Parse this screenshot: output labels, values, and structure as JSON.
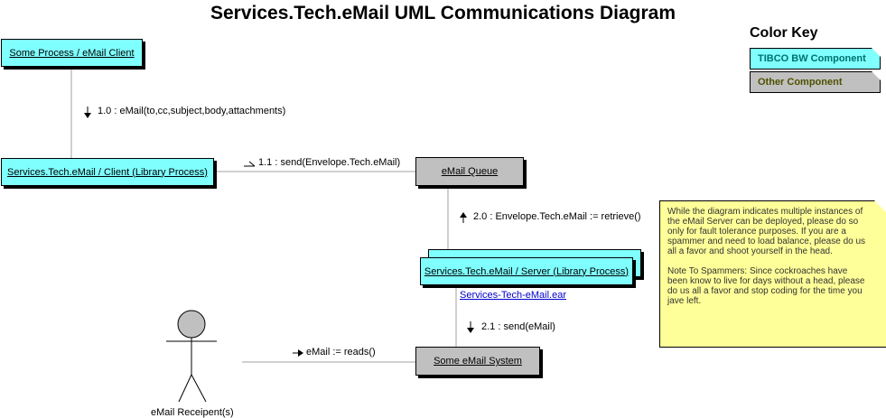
{
  "title": "Services.Tech.eMail UML Communications Diagram",
  "objects": {
    "email_client": "Some Process / eMail Client",
    "client_library": "Services.Tech.eMail / Client (Library Process)",
    "email_queue": "eMail Queue",
    "server_library": "Services.Tech.eMail / Server (Library Process)",
    "email_system": "Some eMail System"
  },
  "messages": {
    "m1_0": "1.0 : eMail(to,cc,subject,body,attachments)",
    "m1_1": "1.1 : send(Envelope.Tech.eMail)",
    "m2_0": "2.0 : Envelope.Tech.eMail := retrieve()",
    "m2_1": "2.1 : send(eMail)",
    "m_reads": "eMail := reads()"
  },
  "artifact": "Services-Tech-eMail.ear",
  "actor": "eMail Receipent(s)",
  "color_key": {
    "title": "Color Key",
    "tibco": "TIBCO BW Component",
    "other": "Other Component",
    "colors": {
      "tibco_fill": "#80ffff",
      "other_fill": "#c0c0c0",
      "note_fill": "#ffff99"
    }
  },
  "note": {
    "para1": "While the diagram indicates multiple instances of the eMail Server can be deployed, please do so only for fault tolerance purposes.  If you are a spammer and need to load balance, please do us all a favor and shoot yourself in the head.",
    "para2": "Note To Spammers: Since cockroaches have been know to live for days without a head, please do us all a favor and stop coding for the time you jave left."
  }
}
